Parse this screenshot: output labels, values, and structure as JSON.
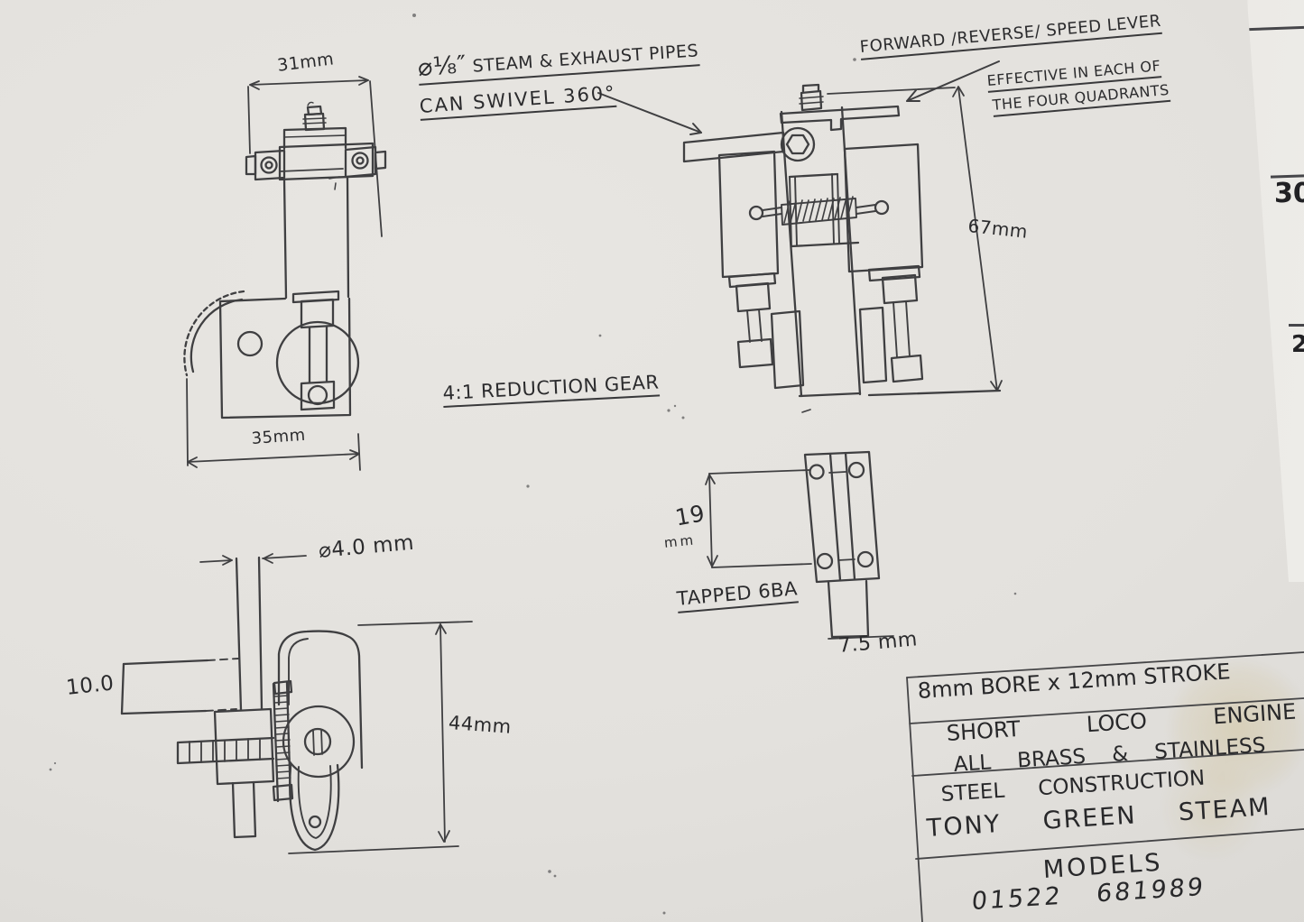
{
  "sheet": {
    "annotations": {
      "pipes_dia": "⌀⅛″",
      "pipes_line1": " STEAM & EXHAUST PIPES",
      "pipes_line2": "CAN SWIVEL 360°",
      "lever_note": "FORWARD /REVERSE/ SPEED LEVER",
      "quadrant_line1": "EFFECTIVE IN EACH OF",
      "quadrant_line2": "THE FOUR QUADRANTS",
      "reduction_gear": "4:1 REDUCTION GEAR",
      "tapped": "TAPPED 6BA"
    },
    "dimensions": {
      "top_width": "31mm",
      "base_width": "35mm",
      "overall_height": "67mm",
      "plate_height_value": "19",
      "plate_height_unit": "mm",
      "plate_width": "7.5 mm",
      "shaft_diameter": "⌀4.0 mm",
      "bracket_offset": "10.0",
      "side_height": "44mm"
    },
    "title_block": {
      "spec": "8mm BORE x 12mm STROKE",
      "engine_type": "SHORT LOCO ENGINE",
      "material_line1": "ALL BRASS & STAINLESS",
      "material_line2": "STEEL CONSTRUCTION",
      "maker_line1": "TONY GREEN STEAM",
      "maker_line2": "MODELS",
      "phone": "01522 681989"
    },
    "underlying_page": {
      "page_number": "30",
      "partial_text": "2"
    }
  },
  "colors": {
    "paper": "#e3e1dd",
    "ink": "#3f3f41",
    "under_sheet": "#eceae6",
    "stain": "#c7b170"
  }
}
